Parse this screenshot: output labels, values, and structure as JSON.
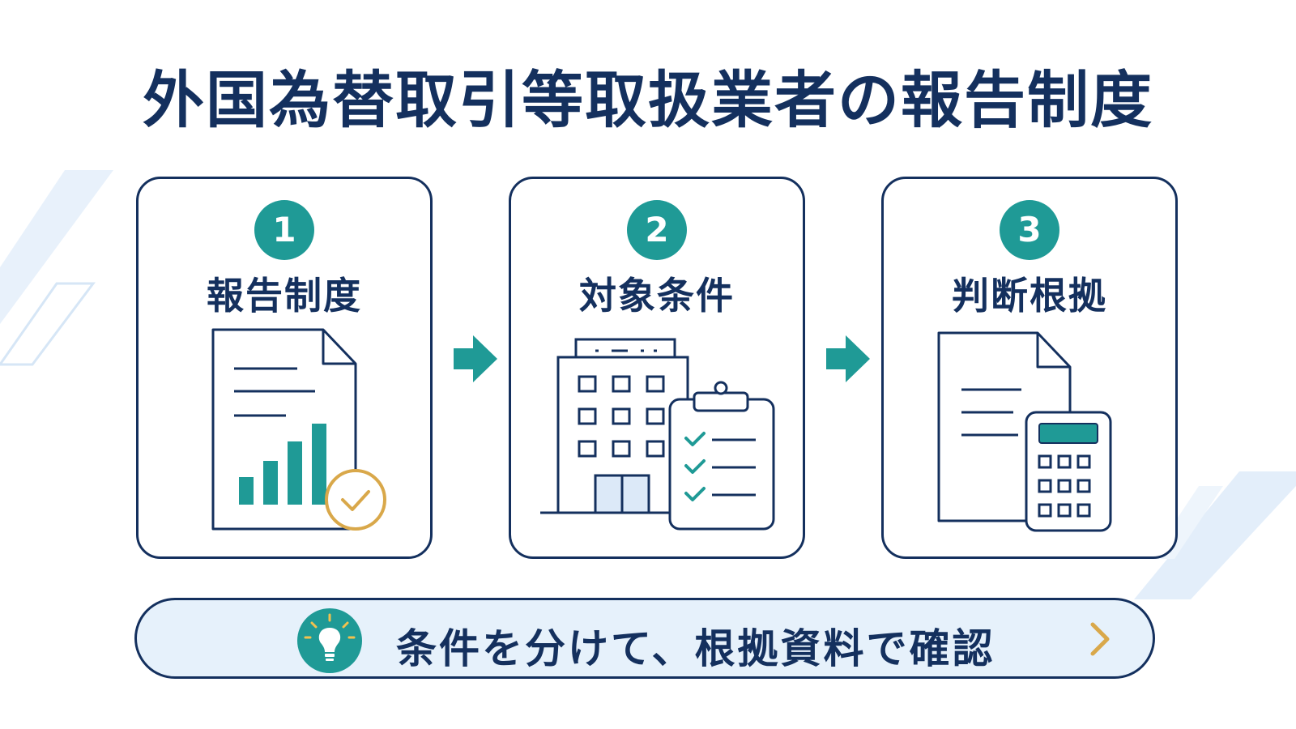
{
  "title": "外国為替取引等取扱業者の報告制度",
  "steps": [
    {
      "number": "1",
      "label": "報告制度",
      "icon": "report-chart-document-icon"
    },
    {
      "number": "2",
      "label": "対象条件",
      "icon": "building-checklist-icon"
    },
    {
      "number": "3",
      "label": "判断根拠",
      "icon": "document-calculator-icon"
    }
  ],
  "tip": {
    "text": "条件を分けて、根拠資料で確認",
    "icon": "lightbulb-icon"
  },
  "colors": {
    "navy": "#14305e",
    "teal": "#1f9a96",
    "gold": "#d9a84a",
    "light_blue": "#e6f1fb"
  }
}
